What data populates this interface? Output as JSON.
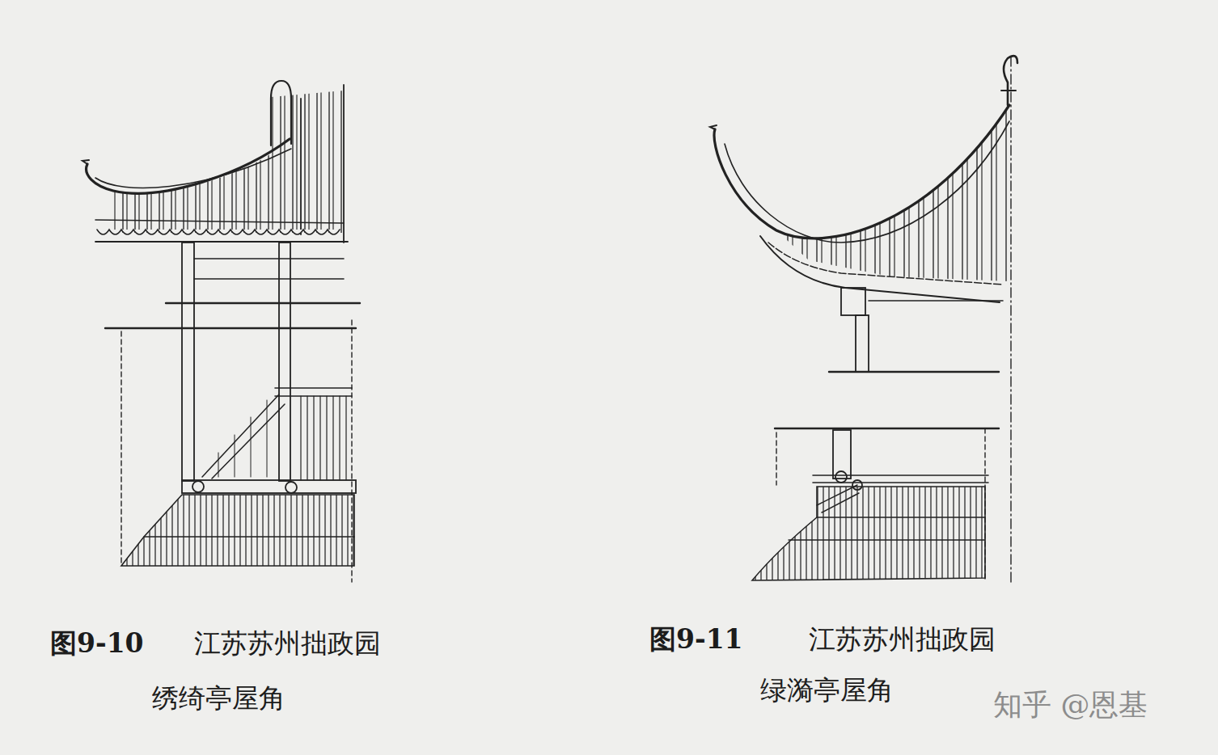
{
  "diagram": {
    "labels": [
      "图9-10",
      "江苏苏州拙政园",
      "绣绮亭屋角",
      "图9-11",
      "江苏苏州拙政园",
      "绿漪亭屋角",
      "知乎 @恩基"
    ]
  }
}
